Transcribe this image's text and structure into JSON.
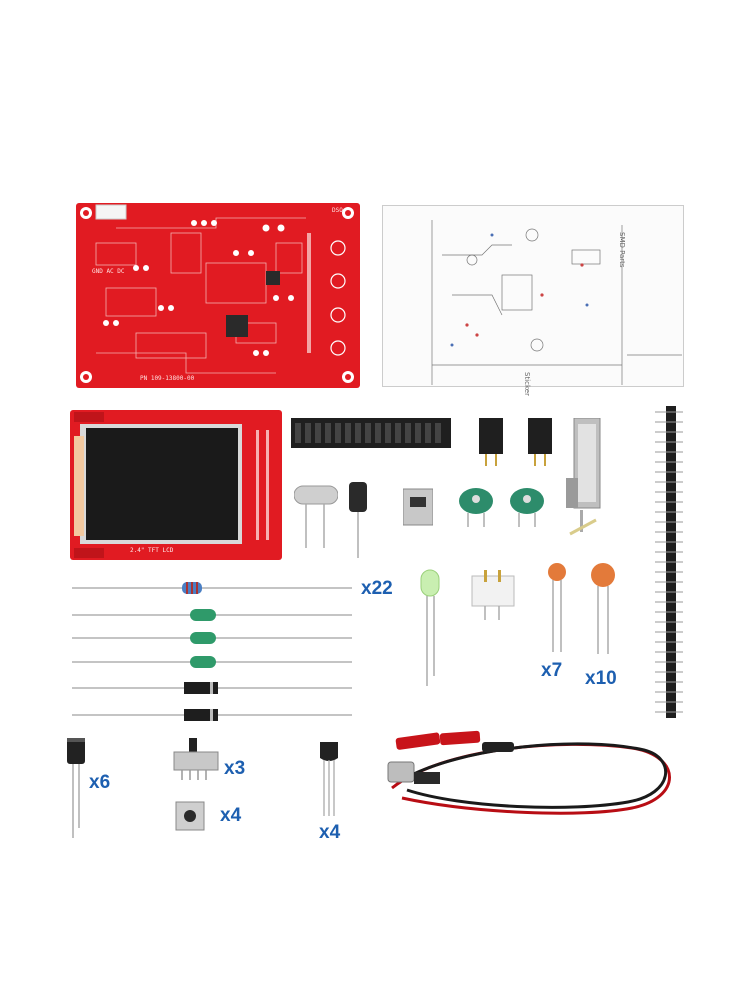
{
  "quantities": {
    "resistors": "x22",
    "ceramic_small": "x7",
    "ceramic_large": "x10",
    "electrolytic": "x6",
    "slide_switch": "x3",
    "tact_switch": "x4",
    "transistor": "x4"
  },
  "pcb": {
    "label_dson": "DSO",
    "label_gnd": "GND AC DC",
    "label_part": "PN 109-13800-00"
  },
  "lcd": {
    "label": "2.4\" TFT LCD"
  },
  "manual": {
    "label_smd": "SMD Parts",
    "label_stick": "Sticker"
  },
  "colors": {
    "pcb_red": "#e11b22",
    "qty_blue": "#1d5fb0",
    "lcd_black": "#1a1a1a"
  }
}
